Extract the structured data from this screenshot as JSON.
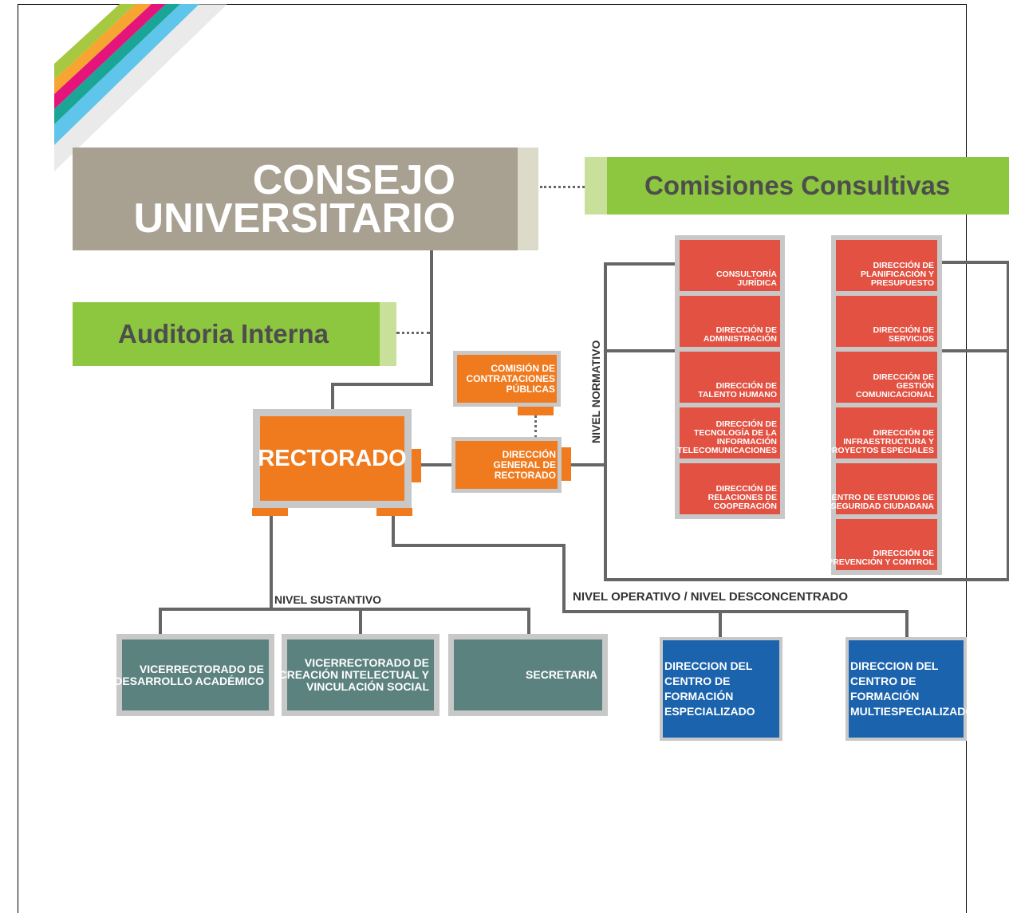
{
  "consejo": {
    "line1": "CONSEJO",
    "line2": "UNIVERSITARIO"
  },
  "comisiones_consultivas": "Comisiones Consultivas",
  "auditoria_interna": "Auditoria Interna",
  "rectorado": "RECTORADO",
  "comision_contrataciones": [
    "COMISIÓN DE",
    "CONTRATACIONES",
    "PÚBLICAS"
  ],
  "direccion_general_rectorado": [
    "DIRECCIÓN",
    "GENERAL DE",
    "RECTORADO"
  ],
  "nivel_normativo": "NIVEL NORMATIVO",
  "nivel_sustantivo": "NIVEL SUSTANTIVO",
  "nivel_operativo": "NIVEL OPERATIVO / NIVEL DESCONCENTRADO",
  "left_column": [
    [
      "CONSULTORÍA",
      "JURÍDICA"
    ],
    [
      "DIRECCIÓN DE",
      "ADMINISTRACIÓN"
    ],
    [
      "DIRECCIÓN DE",
      "TALENTO HUMANO"
    ],
    [
      "DIRECCIÓN DE",
      "TECNOLOGÍA DE LA",
      "INFORMACIÓN",
      "Y TELECOMUNICACIONES"
    ],
    [
      "DIRECCIÓN DE",
      "RELACIONES DE",
      "COOPERACIÓN"
    ]
  ],
  "right_column": [
    [
      "DIRECCIÓN DE",
      "PLANIFICACIÓN Y",
      "PRESUPUESTO"
    ],
    [
      "DIRECCIÓN DE",
      "SERVICIOS"
    ],
    [
      "DIRECCIÓN DE",
      "GESTIÓN",
      "COMUNICACIONAL"
    ],
    [
      "DIRECCIÓN DE",
      "INFRAESTRUCTURA Y",
      "PROYECTOS ESPECIALES"
    ],
    [
      "CENTRO DE ESTUDIOS DE",
      "SEGURIDAD CIUDADANA"
    ],
    [
      "DIRECCIÓN DE",
      "PREVENCIÓN Y CONTROL"
    ]
  ],
  "sustantivo_units": [
    [
      "VICERRECTORADO DE",
      "DESARROLLO ACADÉMICO"
    ],
    [
      "VICERRECTORADO DE",
      "CREACIÓN INTELECTUAL Y",
      "VINCULACIÓN SOCIAL"
    ],
    [
      "SECRETARIA"
    ]
  ],
  "operativo_units": [
    [
      "DIRECCION DEL",
      "CENTRO DE",
      "FORMACIÓN",
      "ESPECIALIZADO"
    ],
    [
      "DIRECCION DEL",
      "CENTRO DE",
      "FORMACIÓN",
      "MULTIESPECIALIZADO"
    ]
  ],
  "colors": {
    "taupe": "#a8a091",
    "light_taupe": "#dcdac8",
    "green": "#8dc63f",
    "light_green": "#c8e09a",
    "orange": "#f07a1e",
    "red": "#e25142",
    "teal": "#5c8280",
    "blue": "#1b63ad",
    "gray": "#c8c8c8",
    "line": "#666666"
  }
}
